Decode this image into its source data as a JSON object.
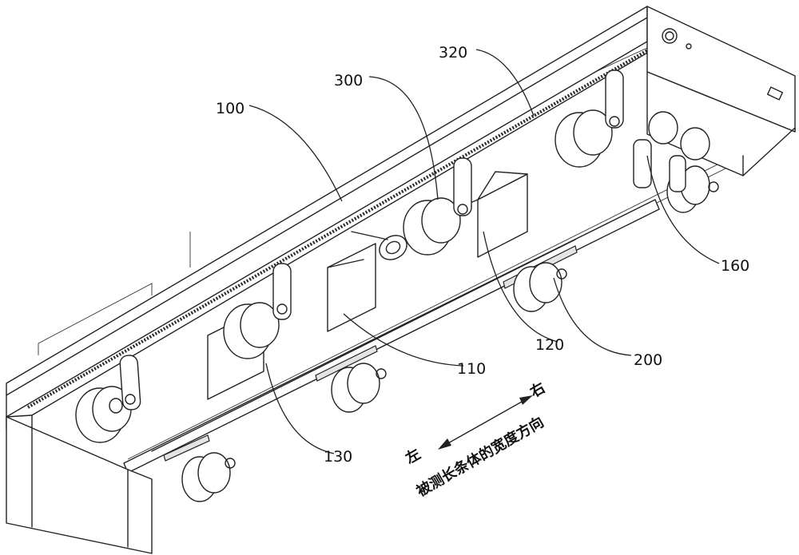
{
  "labels": {
    "l100": "100",
    "l300": "300",
    "l320": "320",
    "l160": "160",
    "l120": "120",
    "l200": "200",
    "l110": "110",
    "l130": "130"
  },
  "direction": {
    "left": "左",
    "right": "右",
    "caption": "被测长条体的宽度方向"
  }
}
